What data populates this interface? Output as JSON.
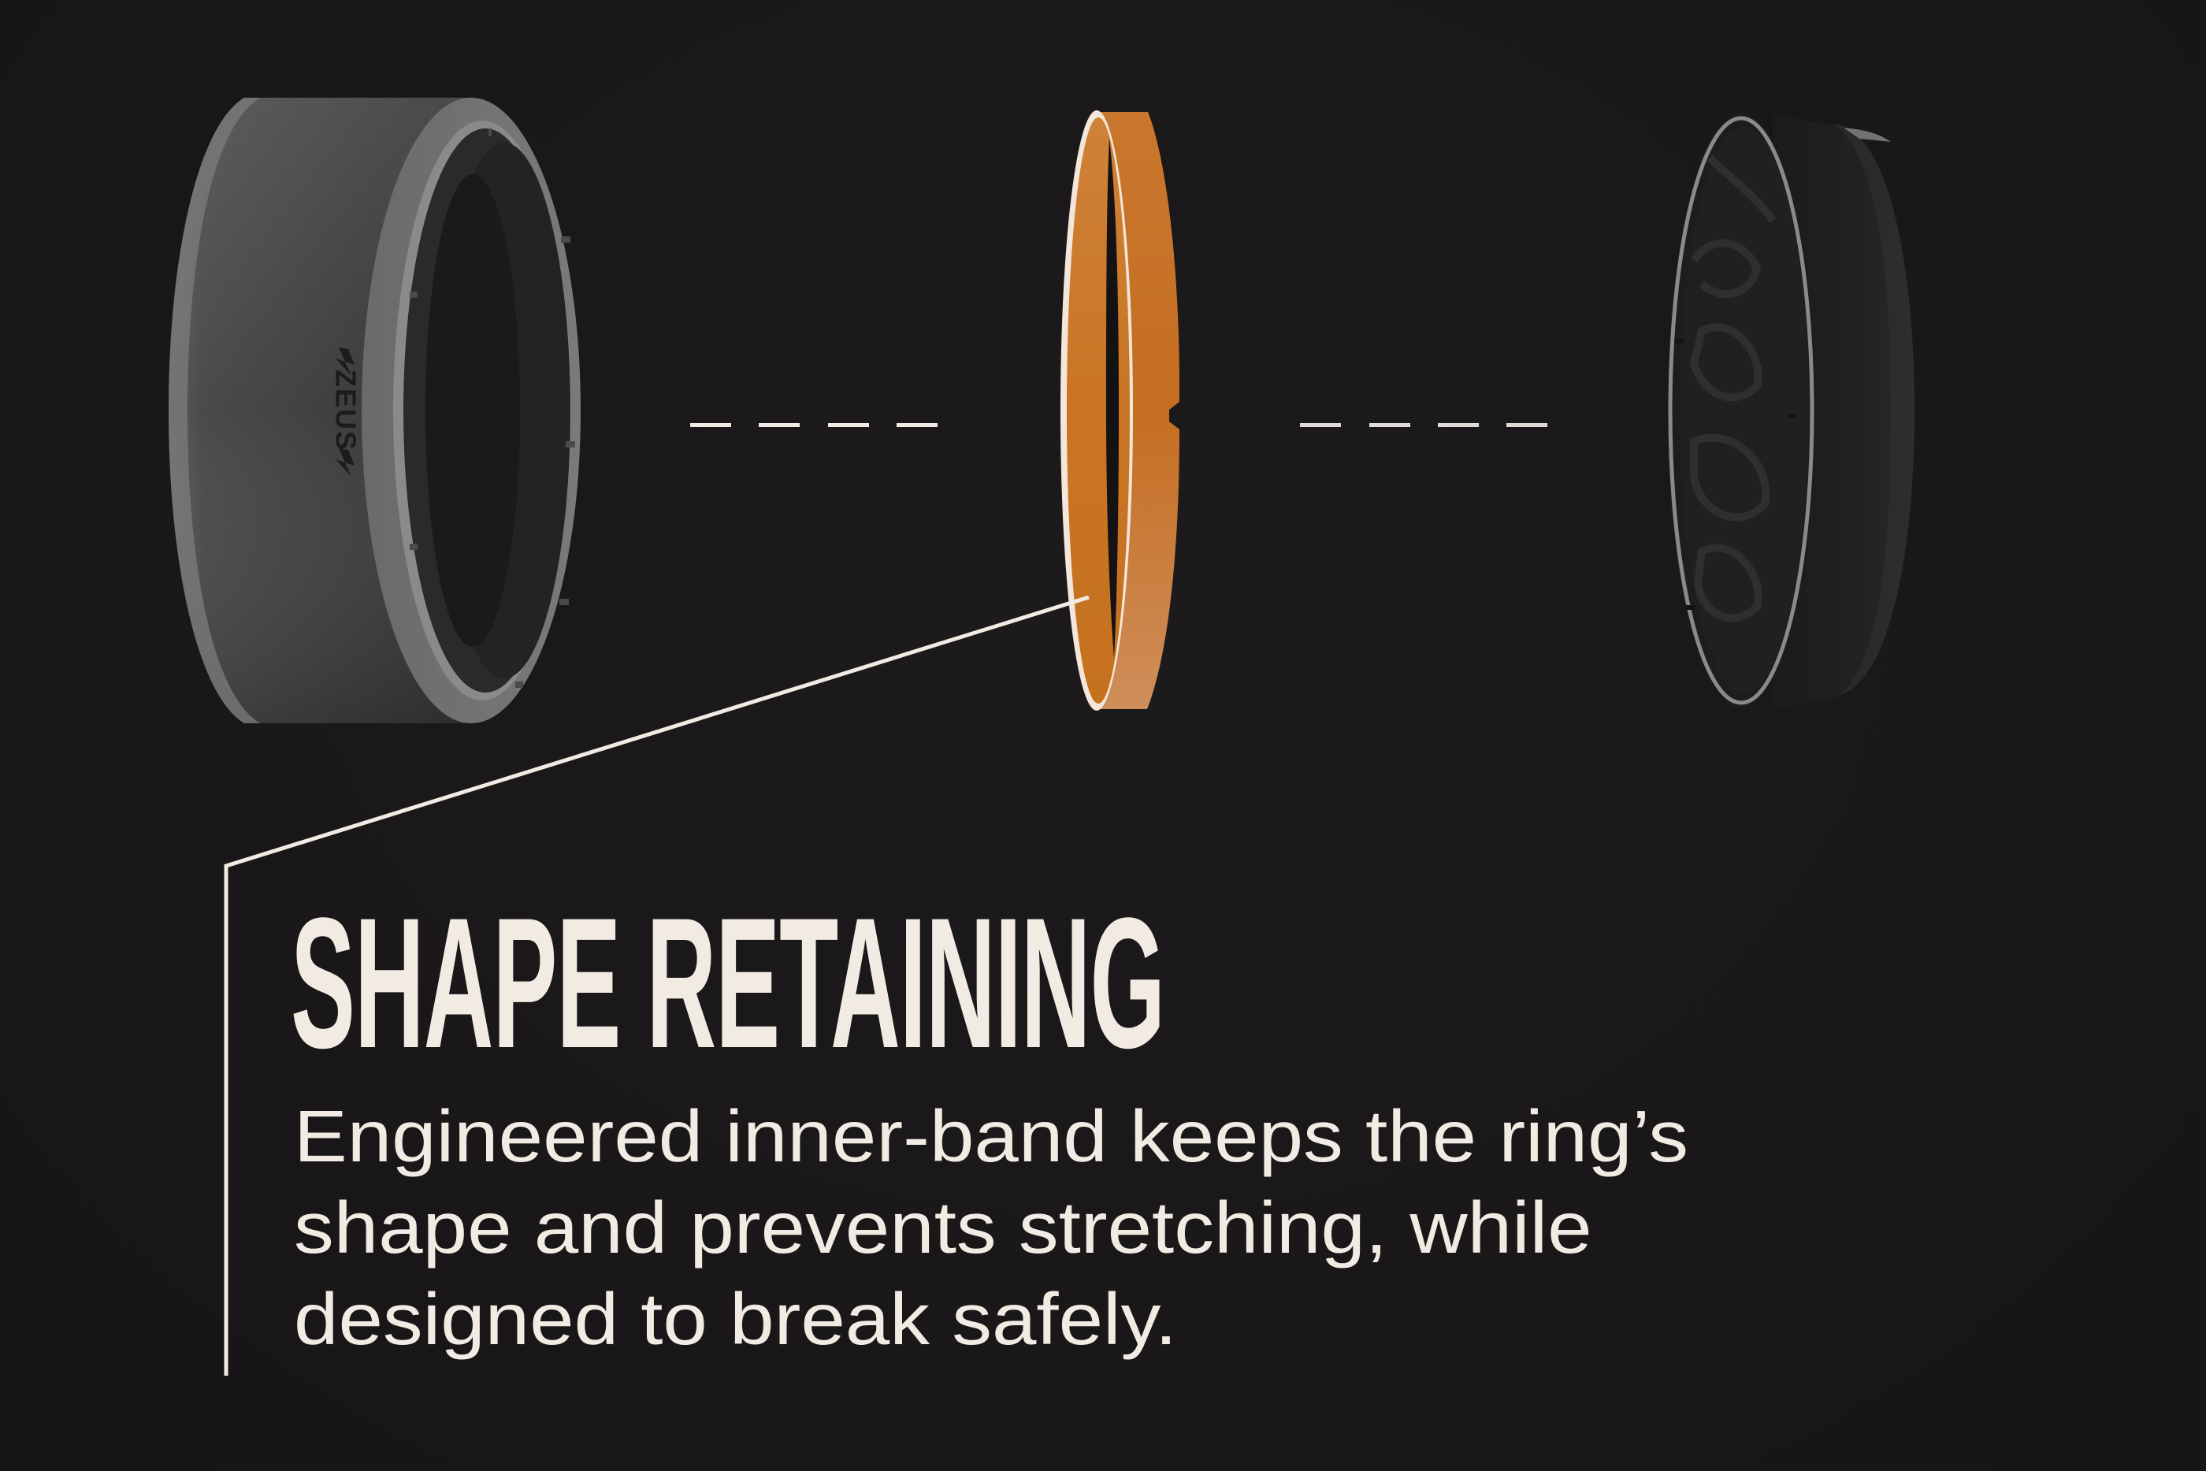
{
  "feature": {
    "title": "SHAPE RETAINING",
    "description_lines": [
      "Engineered inner-band keeps the ring’s",
      "shape and prevents stretching, while",
      "designed to break safely."
    ]
  },
  "illustration": {
    "components": [
      {
        "name": "outer-silicone-band",
        "brand_mark": "ZEUS",
        "color": "#4a4a4c"
      },
      {
        "name": "inner-band",
        "color": "#c8782f"
      },
      {
        "name": "inner-ring-core",
        "color": "#1e1e1f"
      }
    ],
    "connector_style": "dashed",
    "callout_target": "inner-band"
  },
  "colors": {
    "background": "#1a1819",
    "text": "#f1ebe4",
    "accent_orange": "#c8782f",
    "line": "#f1ebe4"
  }
}
